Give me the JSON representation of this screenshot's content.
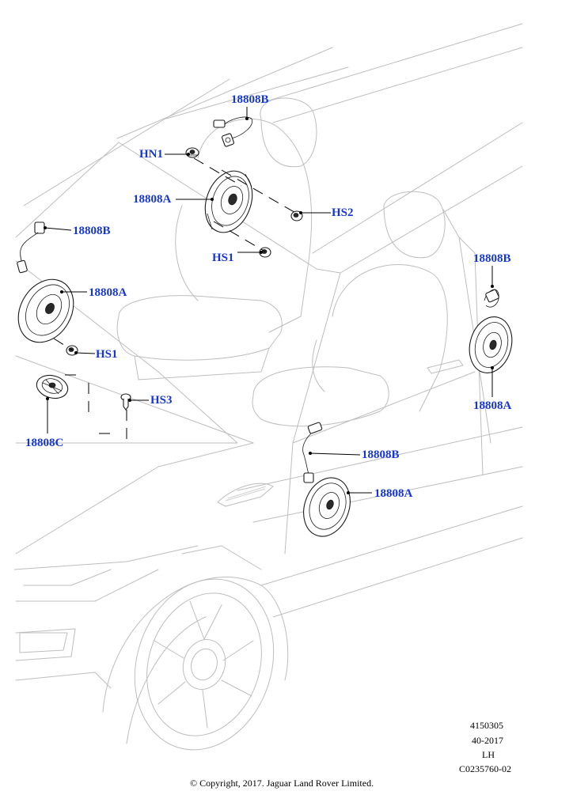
{
  "callouts": {
    "c1": "18808B",
    "c2": "HN1",
    "c3": "18808A",
    "c4": "HS2",
    "c5": "HS1",
    "c6": "18808B",
    "c7": "18808A",
    "c8": "HS1",
    "c9": "HS3",
    "c10": "18808C",
    "c11": "18808B",
    "c12": "18808A",
    "c13": "18808B",
    "c14": "18808A"
  },
  "reference": {
    "illustration_number": "4150305",
    "date_code": "40-2017",
    "side": "LH",
    "catalogue_code": "C0235760-02"
  },
  "copyright": "© Copyright, 2017. Jaguar Land Rover Limited.",
  "colors": {
    "callout_text": "#1535d8",
    "vehicle_outline": "#bdbdbd",
    "part_outline": "#1a1a1a"
  }
}
